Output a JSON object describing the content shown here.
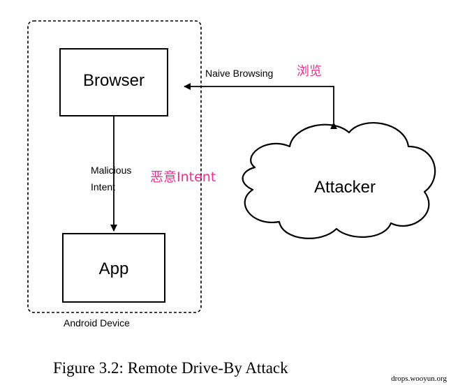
{
  "diagram": {
    "container_label": "Android Device",
    "nodes": {
      "browser": "Browser",
      "app": "App",
      "attacker": "Attacker"
    },
    "edges": {
      "browsing_label": "Naive Browsing",
      "intent_label_line1": "Malicious",
      "intent_label_line2": "Intent"
    },
    "annotations": {
      "browsing_cn": "浏览",
      "intent_cn": "恶意Intent",
      "color": "#e8308f"
    }
  },
  "caption": "Figure 3.2: Remote Drive-By Attack",
  "watermark": "drops.wooyun.org"
}
